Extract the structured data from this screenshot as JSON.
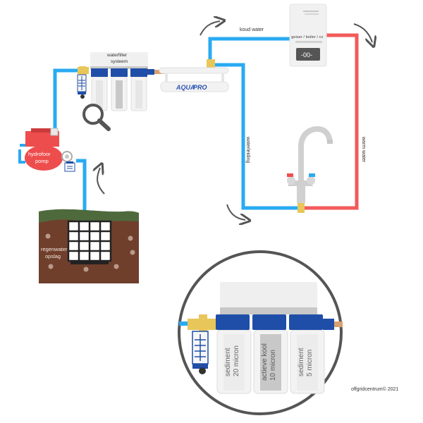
{
  "labels": {
    "waterfilter_title_line1": "waterfilter",
    "waterfilter_title_line2": "systeem",
    "uv_brand_aqua": "AQUA",
    "uv_brand_pro": "PRO",
    "cold_water": "koud water",
    "boiler": "geiser / boiler / cv",
    "boiler_display": "-00-",
    "water_line": "waterleiding",
    "warm_water": "warm water",
    "pump_line1": "hydrofoor",
    "pump_line2": "pomp",
    "storage_line1": "regenwater",
    "storage_line2": "opslag",
    "credit": "offgridcentrum© 2021"
  },
  "detail": {
    "stage1_line1": "sediment",
    "stage1_line2": "20 micron",
    "stage2_line1": "actieve kool",
    "stage2_line2": "10 micron",
    "stage3_line1": "sediment",
    "stage3_line2": "5 micron"
  },
  "colors": {
    "cold": "#29aaf2",
    "warm": "#f25a5a",
    "filter_cap": "#1f4ea8",
    "brass": "#e8c65a",
    "pump": "#ee4d4d",
    "soil": "#6f3f2c",
    "grass": "#4e6a3d"
  }
}
